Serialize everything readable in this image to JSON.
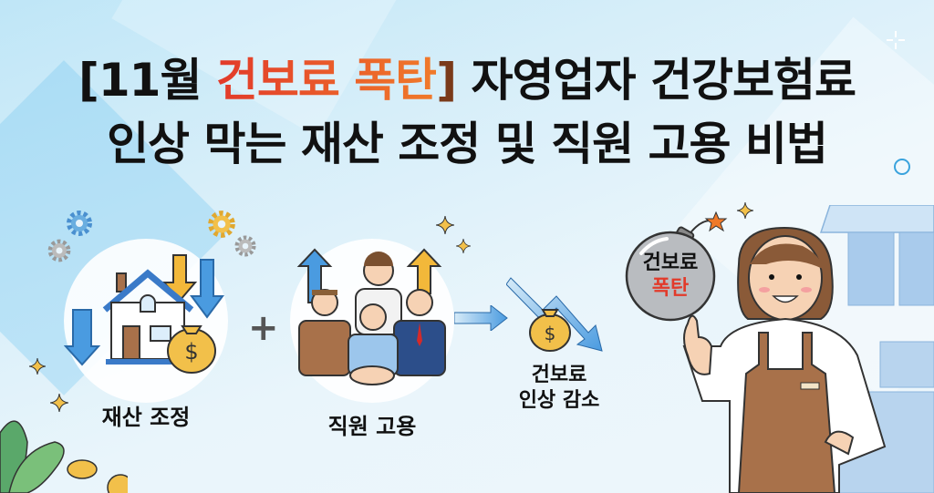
{
  "title": {
    "line1_prefix": "[11월 ",
    "line1_highlight": "건보료 폭탄",
    "line1_bracket": "]",
    "line1_suffix": " 자영업자 건강보험료",
    "line2": "인상 막는 재산 조정 및 직원 고용 비법"
  },
  "steps": [
    {
      "label": "재산 조정",
      "icon": "house-with-money-bag-icon"
    },
    {
      "label": "직원 고용",
      "icon": "employees-handshake-icon"
    },
    {
      "label_line1": "건보료",
      "label_line2": "인상 감소",
      "icon": "money-bag-down-arrow-icon"
    }
  ],
  "operator": "+",
  "bomb": {
    "line1": "건보료",
    "line2": "폭탄"
  },
  "colors": {
    "highlight_start": "#e23a2a",
    "highlight_end": "#f07a2a",
    "bracket": "#7a3a1a",
    "arrow_blue": "#4a9be0",
    "arrow_yellow": "#f2b83a",
    "apron": "#a8714a",
    "bomb": "#b9bcc0"
  }
}
